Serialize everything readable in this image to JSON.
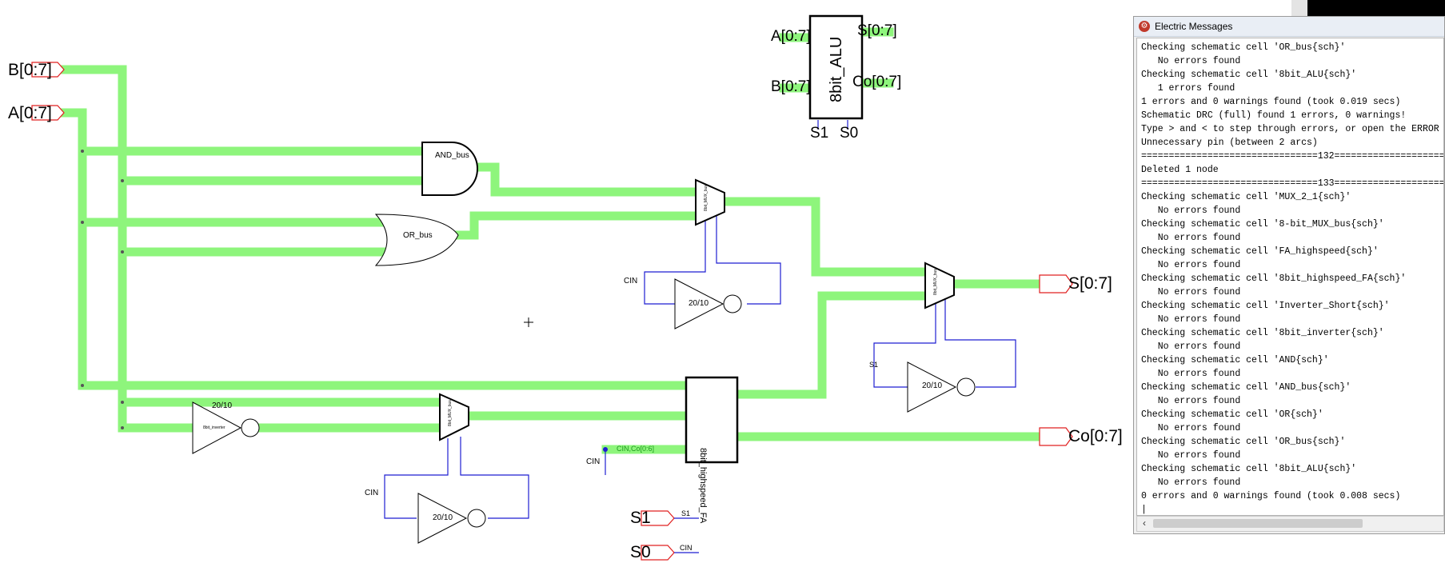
{
  "schematic": {
    "pins": {
      "b_bus": "B[0:7]",
      "a_bus": "A[0:7]",
      "s_bus": "S[0:7]",
      "co_bus": "Co[0:7]",
      "s1": "S1",
      "s0": "S0"
    },
    "gates": {
      "and_bus": "AND_bus",
      "or_bus": "OR_bus",
      "mux_label": "8bit_MUX_bus",
      "inverter_size": "20/10",
      "inverter_8bit": "8bit_inverter",
      "full_adder": "8bit_highspeed_FA"
    },
    "nets": {
      "cin": "CIN",
      "s1": "S1",
      "cin_co": "CIN,Co[0:6]"
    },
    "icon": {
      "name": "8bit_ALU",
      "in_a": "A[0:7]",
      "in_b": "B[0:7]",
      "out_s": "S[0:7]",
      "out_co": "Co[0:7]",
      "sel1": "S1",
      "sel0": "S0"
    },
    "colors": {
      "bus": "#8ef57c",
      "wire": "#1e1ed2",
      "pin": "#e02020",
      "outline": "#000000"
    }
  },
  "messages": {
    "title": "Electric Messages",
    "lines": [
      "Checking schematic cell 'OR_bus{sch}'",
      "   No errors found",
      "Checking schematic cell '8bit_ALU{sch}'",
      "   1 errors found",
      "1 errors and 0 warnings found (took 0.019 secs)",
      "Schematic DRC (full) found 1 errors, 0 warnings!",
      "Type > and < to step through errors, or open the ERROR",
      "Unnecessary pin (between 2 arcs)",
      "================================132=====================",
      "Deleted 1 node",
      "================================133=====================",
      "Checking schematic cell 'MUX_2_1{sch}'",
      "   No errors found",
      "Checking schematic cell '8-bit_MUX_bus{sch}'",
      "   No errors found",
      "Checking schematic cell 'FA_highspeed{sch}'",
      "   No errors found",
      "Checking schematic cell '8bit_highspeed_FA{sch}'",
      "   No errors found",
      "Checking schematic cell 'Inverter_Short{sch}'",
      "   No errors found",
      "Checking schematic cell '8bit_inverter{sch}'",
      "   No errors found",
      "Checking schematic cell 'AND{sch}'",
      "   No errors found",
      "Checking schematic cell 'AND_bus{sch}'",
      "   No errors found",
      "Checking schematic cell 'OR{sch}'",
      "   No errors found",
      "Checking schematic cell 'OR_bus{sch}'",
      "   No errors found",
      "Checking schematic cell '8bit_ALU{sch}'",
      "   No errors found",
      "0 errors and 0 warnings found (took 0.008 secs)",
      "|"
    ],
    "scroll_left_icon": "chevron-left-icon"
  }
}
